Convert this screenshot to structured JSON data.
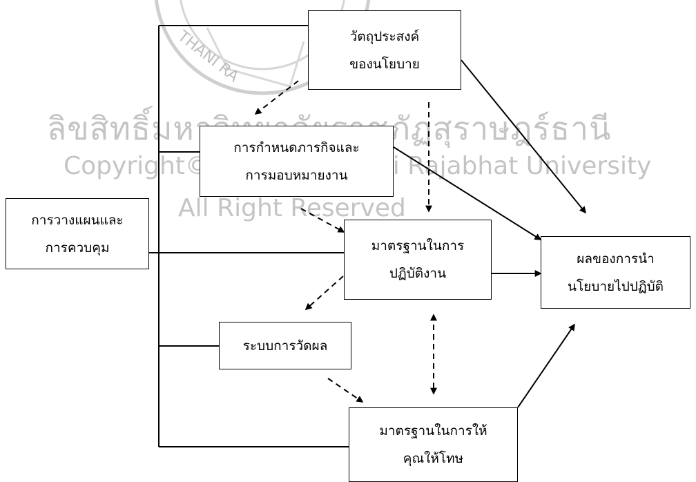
{
  "watermark": {
    "line1": "ลิขสิทธิ์มหาวิทยาลัยราชภัฏสุราษฎร์ธานี",
    "line2": "Copyright© by Surat Thani Rajabhat University",
    "line3": "All Right Reserved",
    "seal_text": "THANI RA"
  },
  "boxes": {
    "objectives": {
      "line1": "วัตถุประสงค์",
      "line2": "ของนโยบาย"
    },
    "mission": {
      "line1": "การกำหนดภารกิจและ",
      "line2": "การมอบหมายงาน"
    },
    "planning": {
      "line1": "การวางแผนและ",
      "line2": "การควบคุม"
    },
    "standards": {
      "line1": "มาตรฐานในการ",
      "line2": "ปฏิบัติงาน"
    },
    "outcome": {
      "line1": "ผลของการนำ",
      "line2": "นโยบายไปปฏิบัติ"
    },
    "measurement": {
      "line1": "ระบบการวัดผล"
    },
    "reward": {
      "line1": "มาตรฐานในการให้",
      "line2": "คุณให้โทษ"
    }
  },
  "colors": {
    "line": "#000000",
    "watermark": "#c4c4c4"
  }
}
